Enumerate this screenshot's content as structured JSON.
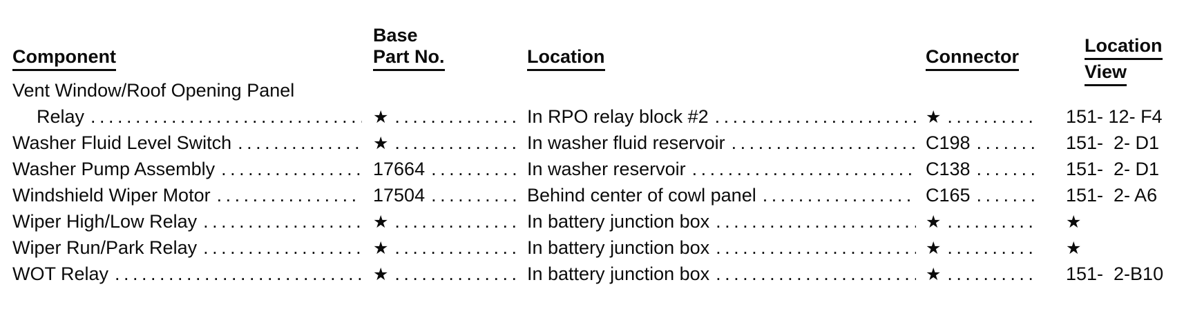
{
  "page": {
    "kind": "component-location-table",
    "background_color": "#ffffff",
    "text_color": "#0b0b0b",
    "star_symbol": "★"
  },
  "headers": {
    "component": "Component",
    "base": "Base",
    "part_no": "Part No.",
    "location": "Location",
    "connector": "Connector",
    "location_view_line1": "Location",
    "location_view_line2": "View"
  },
  "table": {
    "rows": [
      {
        "component_pre_line": "Vent Window/Roof Opening Panel",
        "component": "Relay",
        "indent": true,
        "part": "★",
        "location": "In RPO relay block #2",
        "connector": "★",
        "view": "151- 12- F4"
      },
      {
        "component": "Washer Fluid Level Switch",
        "part": "★",
        "location": "In washer fluid reservoir",
        "connector": "C198",
        "view": "151-  2- D1"
      },
      {
        "component": "Washer Pump Assembly",
        "part": "17664",
        "location": "In washer reservoir",
        "connector": "C138",
        "view": "151-  2- D1"
      },
      {
        "component": "Windshield Wiper Motor",
        "part": "17504",
        "location": "Behind center of cowl panel",
        "connector": "C165",
        "view": "151-  2- A6"
      },
      {
        "component": "Wiper High/Low Relay",
        "part": "★",
        "location": "In battery junction box",
        "connector": "★",
        "view": "★"
      },
      {
        "component": "Wiper Run/Park Relay",
        "part": "★",
        "location": "In battery junction box",
        "connector": "★",
        "view": "★"
      },
      {
        "component": "WOT Relay",
        "part": "★",
        "location": "In battery junction box",
        "connector": "★",
        "view": "151-  2-B10"
      }
    ]
  }
}
